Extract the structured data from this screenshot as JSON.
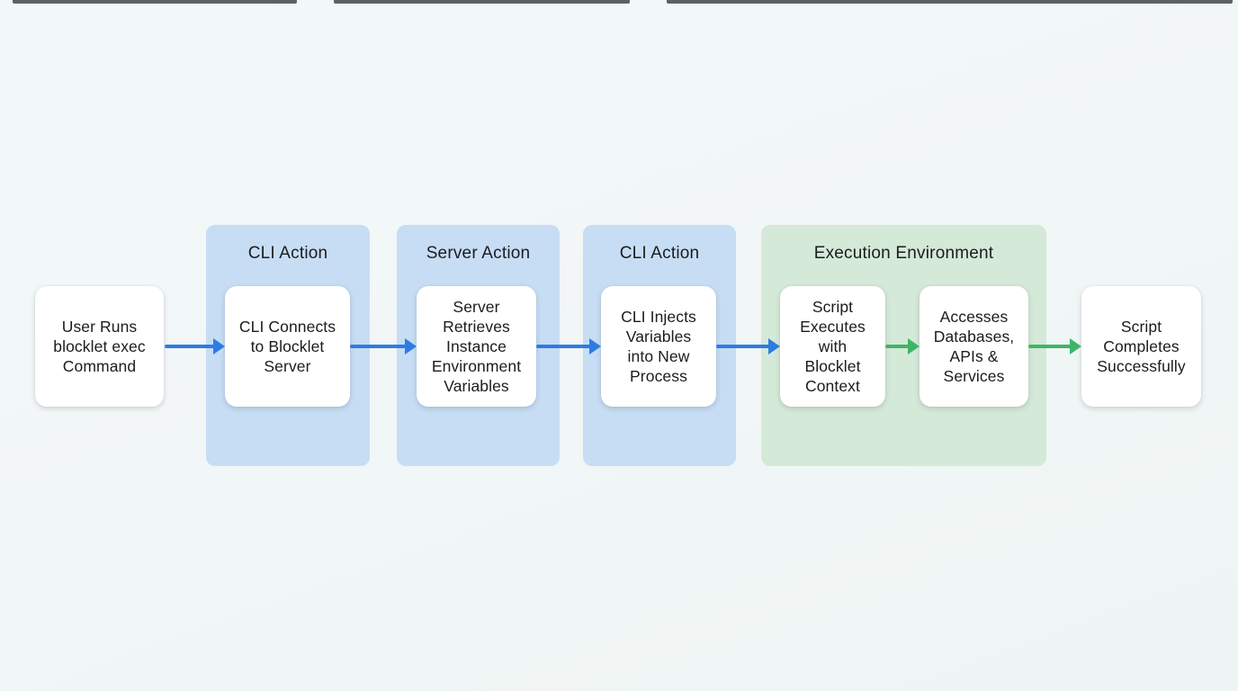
{
  "page": {
    "background_color": "#f1f6f6",
    "top_edge_artifact_color": "#2f383d"
  },
  "diagram": {
    "type": "flowchart",
    "direction": "left-to-right",
    "groups": [
      {
        "id": "cli-action-1",
        "title": "CLI Action",
        "color": "#c7ddf4"
      },
      {
        "id": "server-action",
        "title": "Server Action",
        "color": "#c7ddf4"
      },
      {
        "id": "cli-action-2",
        "title": "CLI Action",
        "color": "#c7ddf4"
      },
      {
        "id": "execution-environment",
        "title": "Execution Environment",
        "color": "#d4e9d8"
      }
    ],
    "nodes": [
      {
        "id": "user-runs-command",
        "group": null,
        "label": "User Runs\nblocklet exec\nCommand"
      },
      {
        "id": "cli-connects-server",
        "group": "cli-action-1",
        "label": "CLI Connects\nto Blocklet\nServer"
      },
      {
        "id": "server-retrieves-vars",
        "group": "server-action",
        "label": "Server\nRetrieves\nInstance\nEnvironment\nVariables"
      },
      {
        "id": "cli-injects-vars",
        "group": "cli-action-2",
        "label": "CLI Injects\nVariables\ninto New\nProcess"
      },
      {
        "id": "script-executes",
        "group": "execution-environment",
        "label": "Script\nExecutes\nwith\nBlocklet\nContext"
      },
      {
        "id": "accesses-services",
        "group": "execution-environment",
        "label": "Accesses\nDatabases,\nAPIs &\nServices"
      },
      {
        "id": "script-completes",
        "group": null,
        "label": "Script\nCompletes\nSuccessfully"
      }
    ],
    "arrows": [
      {
        "from": "user-runs-command",
        "to": "cli-connects-server",
        "color": "#2e7ce2"
      },
      {
        "from": "cli-connects-server",
        "to": "server-retrieves-vars",
        "color": "#2e7ce2"
      },
      {
        "from": "server-retrieves-vars",
        "to": "cli-injects-vars",
        "color": "#2e7ce2"
      },
      {
        "from": "cli-injects-vars",
        "to": "script-executes",
        "color": "#2e7ce2"
      },
      {
        "from": "script-executes",
        "to": "accesses-services",
        "color": "#3eb566"
      },
      {
        "from": "accesses-services",
        "to": "script-completes",
        "color": "#3eb566"
      }
    ],
    "colors": {
      "node_background": "#ffffff",
      "text": "#1b1c1e",
      "group_blue": "#c7ddf4",
      "group_green": "#d4e9d8",
      "arrow_blue": "#2e7ce2",
      "arrow_green": "#3eb566"
    }
  }
}
